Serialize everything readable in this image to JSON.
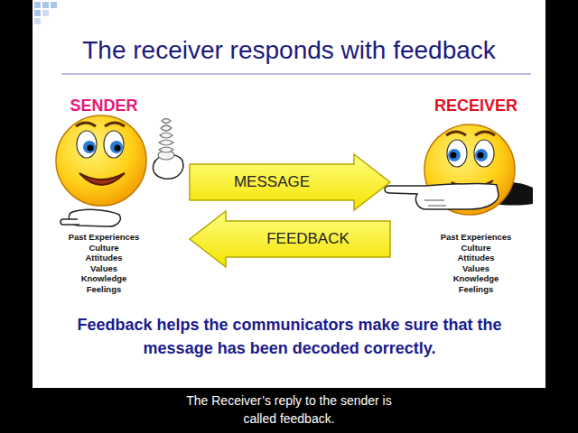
{
  "diagram": {
    "title": "The receiver responds with feedback",
    "caption": "The Receiver’s reply to the sender is called feedback.",
    "nodes": [
      {
        "text": [
          "SENDER",
          "Past Experiences",
          "Culture",
          "Attitudes",
          "Values",
          "Knowledge",
          "Feelings"
        ]
      },
      {
        "text": [
          "RECEIVER",
          "Past Experiences",
          "Culture",
          "Attitudes",
          "Values",
          "Knowledge",
          "Feelings"
        ]
      }
    ],
    "edges": [
      {
        "from": 0,
        "to": 1,
        "label": "MESSAGE",
        "arrow": "to"
      },
      {
        "from": 1,
        "to": 0,
        "label": "FEEDBACK",
        "arrow": "to"
      }
    ],
    "labels": [
      "Feedback helps the communicators make sure that the message has been decoded correctly."
    ]
  }
}
